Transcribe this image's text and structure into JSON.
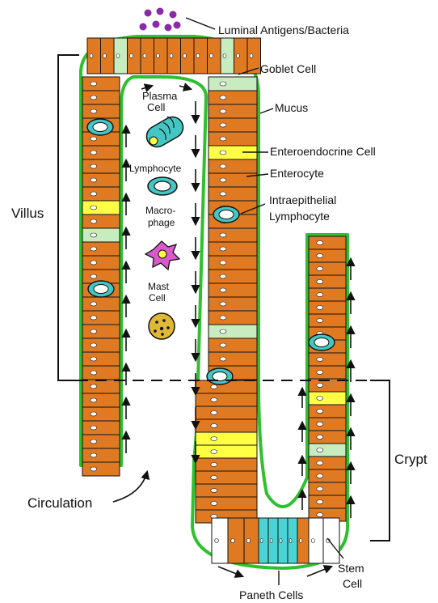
{
  "labels": {
    "luminal": "Luminal Antigens/Bacteria",
    "goblet": "Goblet Cell",
    "mucus": "Mucus",
    "enteroendocrine": "Enteroendocrine Cell",
    "enterocyte": "Enterocyte",
    "iel_line1": "Intraepithelial",
    "iel_line2": "Lymphocyte",
    "villus": "Villus",
    "crypt": "Crypt",
    "circulation": "Circulation",
    "stem_line1": "Stem",
    "stem_line2": "Cell",
    "paneth": "Paneth Cells",
    "plasma_line1": "Plasma",
    "plasma_line2": "Cell",
    "lymphocyte": "Lymphocyte",
    "macro_line1": "Macro-",
    "macro_line2": "phage",
    "mast_line1": "Mast",
    "mast_line2": "Cell"
  },
  "colors": {
    "enterocyte": "#e07a22",
    "goblet": "#c6ecc0",
    "enteroendocrine": "#ffff44",
    "lymphocyte": "#44c7c4",
    "paneth": "#4ad4d6",
    "stem": "#ffffff",
    "mucus": "#2fbf2f",
    "antigen": "#8a2aa8",
    "macrophage": "#d85acb",
    "mast": "#e0b838"
  }
}
